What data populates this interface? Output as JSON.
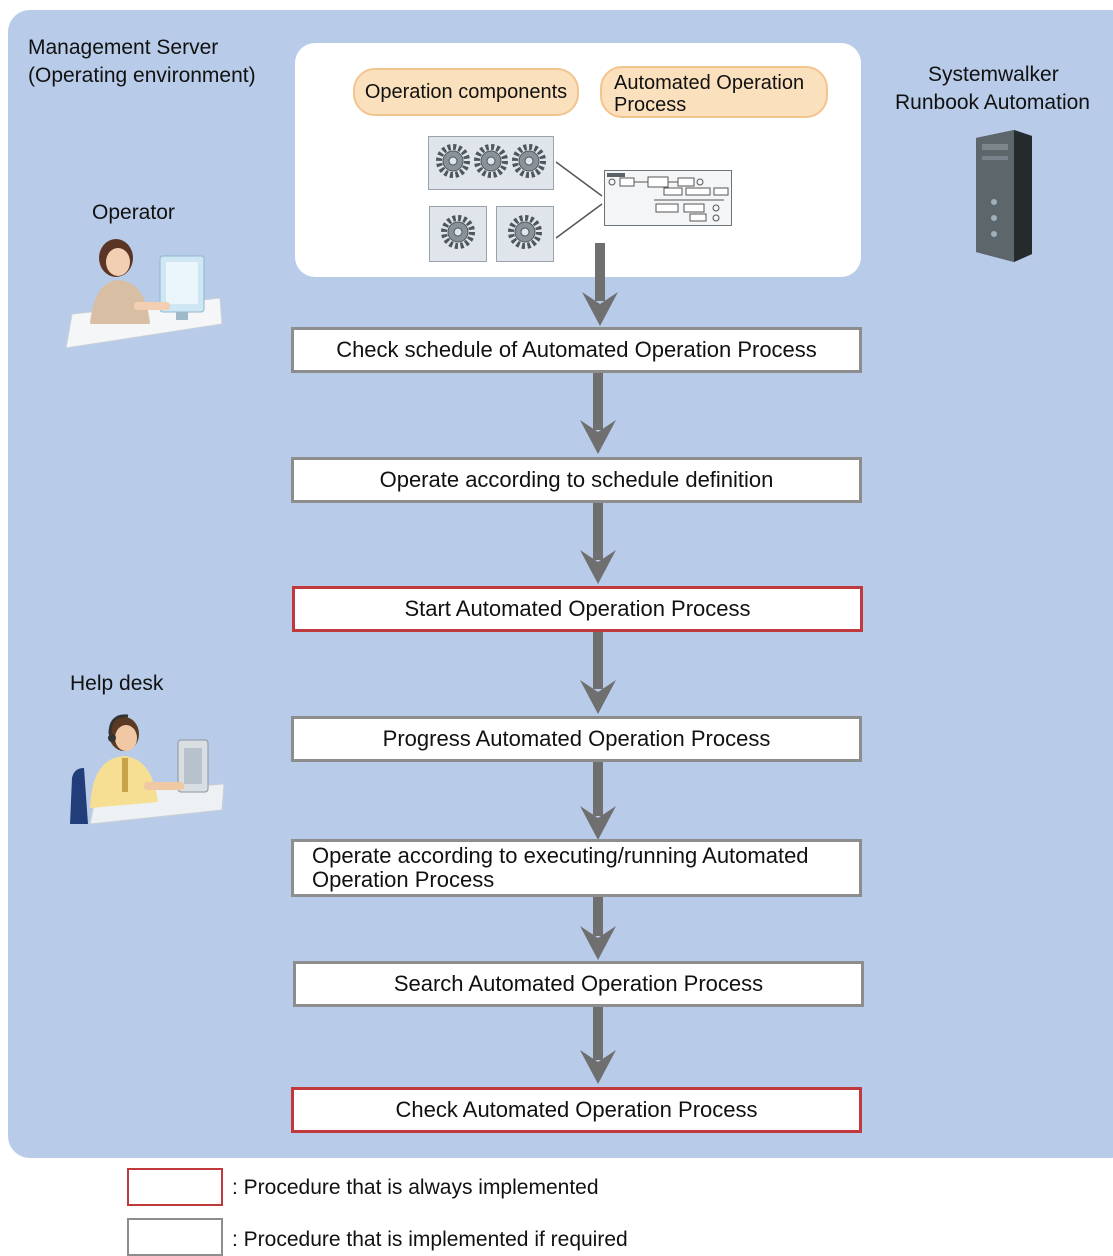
{
  "environment": {
    "title_line1": "Management Server",
    "title_line2": "(Operating environment)"
  },
  "roles": {
    "operator": "Operator",
    "help_desk": "Help desk",
    "server_line1": "Systemwalker",
    "server_line2": "Runbook Automation"
  },
  "panel": {
    "operation_components": "Operation components",
    "automated_process": "Automated Operation Process"
  },
  "steps": [
    {
      "label": "Check schedule of Automated Operation Process",
      "kind": "optional"
    },
    {
      "label": "Operate according to schedule definition",
      "kind": "optional"
    },
    {
      "label": "Start Automated Operation Process",
      "kind": "always"
    },
    {
      "label": "Progress Automated Operation Process",
      "kind": "optional"
    },
    {
      "label": "Operate according to executing/running Automated Operation Process",
      "kind": "optional"
    },
    {
      "label": "Search Automated Operation Process",
      "kind": "optional"
    },
    {
      "label": "Check Automated Operation Process",
      "kind": "always"
    }
  ],
  "legend": {
    "always": ": Procedure that is always implemented",
    "if_required": ": Procedure that is implemented if required"
  },
  "colors": {
    "environment_bg": "#b8cbe8",
    "always_border": "#c0393d",
    "optional_border": "#8d8d8d",
    "arrow": "#6f6f6f",
    "pill_bg": "#fbe0bd"
  },
  "icons": {
    "operator": "operator-person-icon",
    "help_desk": "help-desk-person-icon",
    "server": "server-tower-icon",
    "gear": "gear-icon",
    "process_flow": "process-flow-icon"
  }
}
